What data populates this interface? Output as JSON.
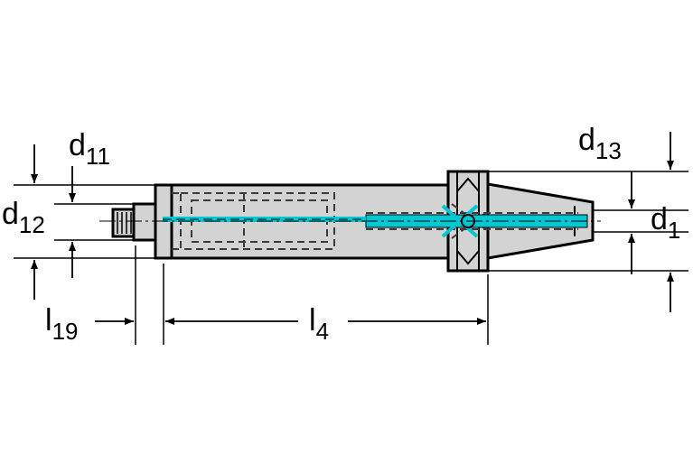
{
  "labels": {
    "d11": {
      "main": "d",
      "sub": "11"
    },
    "d12": {
      "main": "d",
      "sub": "12"
    },
    "d13": {
      "main": "d",
      "sub": "13"
    },
    "d1": {
      "main": "d",
      "sub": "1"
    },
    "l19": {
      "main": "l",
      "sub": "19"
    },
    "l4": {
      "main": "l",
      "sub": "4"
    }
  },
  "colors": {
    "body": "#d3d3d3",
    "outline": "#000000",
    "hidden": "#404040",
    "coolant": "#00c8d2",
    "background": "#ffffff"
  }
}
